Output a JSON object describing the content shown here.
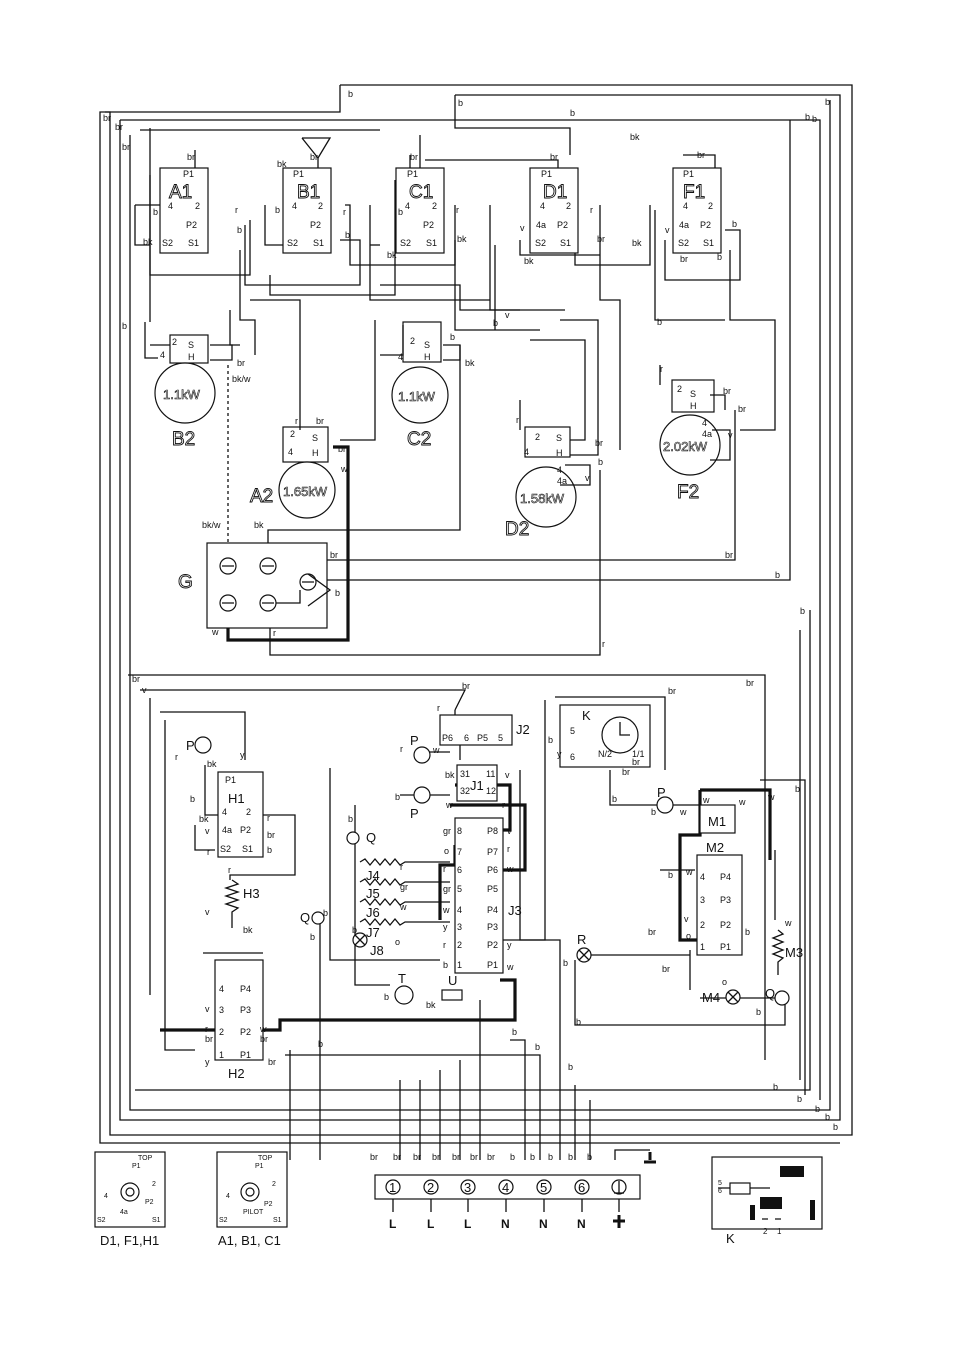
{
  "top_switches": [
    {
      "id": "A1",
      "pins": [
        "P1",
        "4",
        "2",
        "P2",
        "S2",
        "S1"
      ]
    },
    {
      "id": "B1",
      "pins": [
        "P1",
        "4",
        "2",
        "P2",
        "S2",
        "S1"
      ]
    },
    {
      "id": "C1",
      "pins": [
        "P1",
        "4",
        "2",
        "P2",
        "S2",
        "S1"
      ]
    },
    {
      "id": "D1",
      "pins": [
        "P1",
        "4a",
        "2",
        "P2",
        "S2",
        "S1",
        "4"
      ]
    },
    {
      "id": "F1",
      "pins": [
        "P1",
        "4a",
        "2",
        "P2",
        "S2",
        "S1",
        "4"
      ]
    }
  ],
  "burners": [
    {
      "id": "B2",
      "rating": "1.1kW"
    },
    {
      "id": "C2",
      "rating": "1.1kW"
    },
    {
      "id": "A2",
      "rating": "1.65kW"
    },
    {
      "id": "D2",
      "rating": "1.58kW"
    },
    {
      "id": "F2",
      "rating": "2.02kW"
    }
  ],
  "element_pins": [
    "2",
    "4",
    "S",
    "H"
  ],
  "element_pins_dual": [
    "4",
    "4a"
  ],
  "component_labels": {
    "G": "G",
    "K": "K",
    "H1": "H1",
    "H2": "H2",
    "H3": "H3",
    "M1": "M1",
    "M2": "M2",
    "M3": "M3",
    "M4": "M4",
    "J1": "J1",
    "J2": "J2",
    "J3": "J3",
    "J4": "J4",
    "J5": "J5",
    "J6": "J6",
    "J7": "J7",
    "J8": "J8",
    "P": "P",
    "Q": "Q",
    "R": "R",
    "T": "T",
    "U": "U"
  },
  "wire_colors": [
    "b",
    "br",
    "bk",
    "r",
    "w",
    "v",
    "y",
    "o",
    "gr",
    "bk/w"
  ],
  "j2_pins": [
    "P6",
    "6",
    "P5",
    "5"
  ],
  "j1_pins": [
    "31",
    "11",
    "32",
    "12"
  ],
  "j3_left": [
    "8",
    "7",
    "6",
    "5",
    "4",
    "3",
    "2",
    "1"
  ],
  "j3_right": [
    "P8",
    "P7",
    "P6",
    "P5",
    "P4",
    "P3",
    "P2",
    "P1"
  ],
  "h1_pins": [
    "P1",
    "4",
    "2",
    "4a",
    "P2",
    "S2",
    "S1"
  ],
  "h2_pins": [
    "4",
    "P4",
    "3",
    "P3",
    "2",
    "P2",
    "1",
    "P1"
  ],
  "m2_pins": [
    "4",
    "P4",
    "3",
    "P3",
    "2",
    "P2",
    "1",
    "P1"
  ],
  "k_pins": [
    "5",
    "6",
    "N/2",
    "1/1"
  ],
  "terminals": [
    "1",
    "2",
    "3",
    "4",
    "5",
    "6"
  ],
  "terminal_lines": [
    "L",
    "L",
    "L",
    "N",
    "N",
    "N"
  ],
  "legend_dfh": {
    "top": "TOP",
    "p1": "P1",
    "p2": "P2",
    "n2": "2",
    "n4": "4",
    "n4a": "4a",
    "s2": "S2",
    "s1": "S1",
    "caption": "D1, F1,H1"
  },
  "legend_abc": {
    "top": "TOP",
    "p1": "P1",
    "p2": "P2",
    "n2": "2",
    "n4": "4",
    "pilot": "PILOT",
    "s2": "S2",
    "s1": "S1",
    "caption": "A1, B1, C1"
  },
  "legend_k": {
    "n5": "5",
    "n6": "6",
    "n2": "2",
    "n1": "1",
    "caption": "K"
  }
}
